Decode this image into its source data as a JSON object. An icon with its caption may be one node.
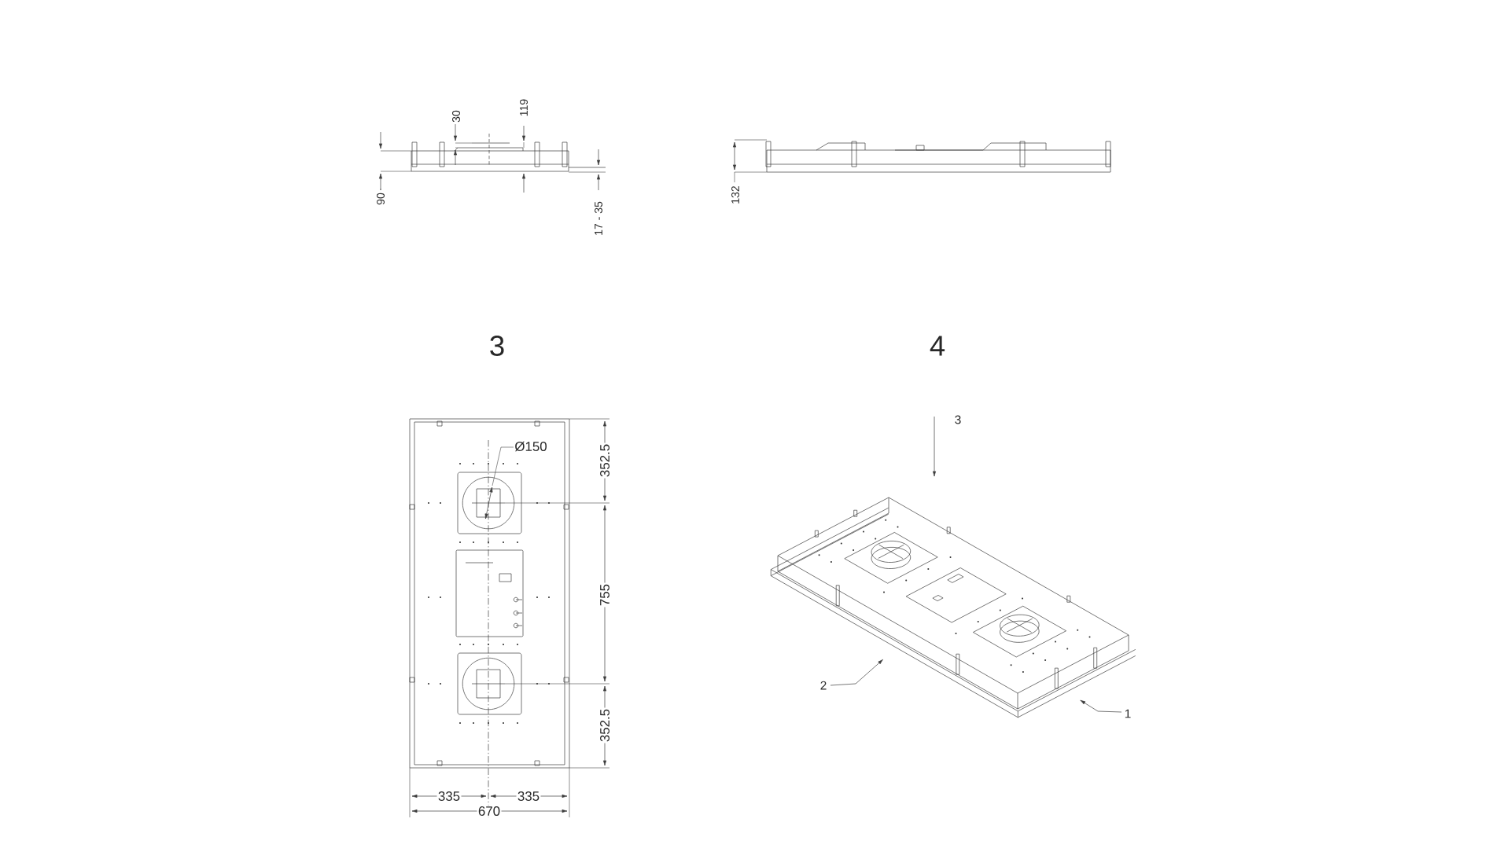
{
  "diagram": {
    "labels": [
      "119",
      "30",
      "90",
      "17 - 35",
      "132",
      "3",
      "4",
      "Ø150",
      "352.5",
      "755",
      "352.5",
      "335",
      "335",
      "670",
      "3",
      "2",
      "1"
    ]
  }
}
